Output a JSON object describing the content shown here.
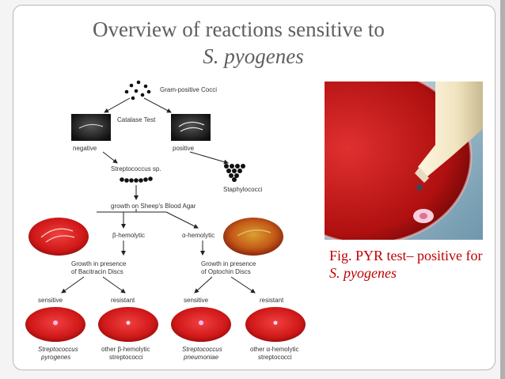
{
  "slide": {
    "title_line1": "Overview of reactions sensitive to",
    "title_line2": "S. pyogenes"
  },
  "diagram": {
    "root": "Gram-positive Cocci",
    "catalase": "Catalase Test",
    "negative": "negative",
    "positive": "positive",
    "strep": "Streptococcus sp.",
    "staph": "Staphylococci",
    "blood_agar": "growth on Sheep's Blood Agar",
    "beta": "β-hemolytic",
    "alpha": "α-hemolytic",
    "bacitracin_1": "Growth in presence",
    "bacitracin_2": "of Bacitracin Discs",
    "optochin_1": "Growth in presence",
    "optochin_2": "of Optochin Discs",
    "sensitive": "sensitive",
    "resistant": "resistant",
    "leaf1_1": "Streptococcus",
    "leaf1_2": "pyrogenes",
    "leaf2_1": "other β-hemolytic",
    "leaf2_2": "streptococci",
    "leaf3_1": "Streptococcus",
    "leaf3_2": "pneumoniae",
    "leaf4_1": "other α-hemolytic",
    "leaf4_2": "streptococci"
  },
  "caption": {
    "text": "Fig. PYR test– positive for",
    "italic": "S. pyogenes"
  },
  "colors": {
    "title": "#5f5f5f",
    "caption": "#c00000",
    "agar_red": "#d81e1e"
  }
}
